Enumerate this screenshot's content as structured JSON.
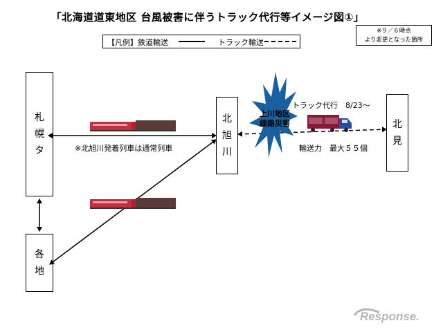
{
  "title": "「北海道道東地区 台風被害に伴うトラック代行等イメージ図①」",
  "note": {
    "line1": "※９／６時点",
    "line2": "より変更となった箇所"
  },
  "legend": {
    "rail_label": "【凡例】鉄道輸送",
    "truck_label": "トラック輸送"
  },
  "stations": {
    "sapporo": [
      "札",
      "幌",
      "タ"
    ],
    "kitaasahikawa": [
      "北",
      "旭",
      "川"
    ],
    "kitami": [
      "北",
      "見"
    ],
    "kakuchi": [
      "各",
      "地"
    ]
  },
  "disaster_label": [
    "上川地区",
    "線路災害"
  ],
  "truck_service": "トラック代行　8/23～",
  "capacity": "輸送力　最大５５個",
  "rail_note": "※北旭川発着列車は通常列車",
  "watermark": "Response.",
  "colors": {
    "burst": "#1a5fa0",
    "train": "#b81f2e",
    "truck_box": "#8b1838",
    "truck_cab": "#2a4aa0"
  }
}
